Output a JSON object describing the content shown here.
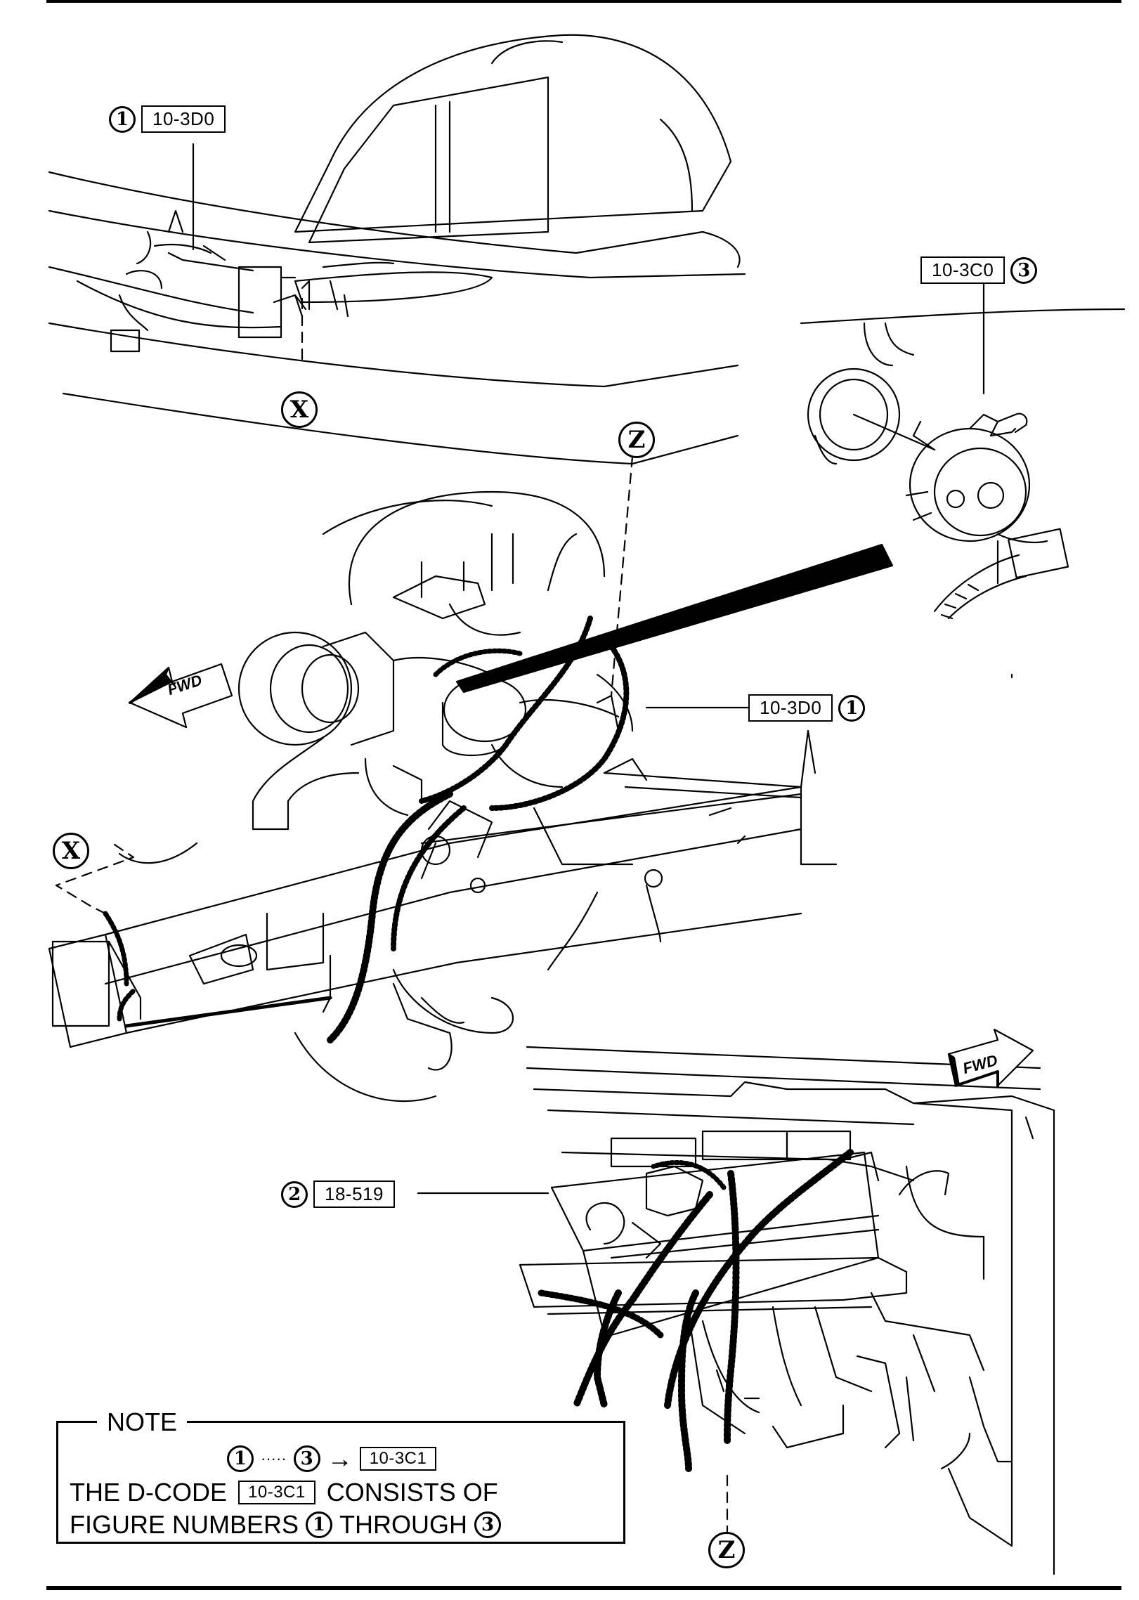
{
  "callouts": {
    "c1_top": {
      "num": "1",
      "code": "10-3D0"
    },
    "c3": {
      "num": "3",
      "code": "10-3C0"
    },
    "c1_mid": {
      "num": "1",
      "code": "10-3D0"
    },
    "c2": {
      "num": "2",
      "code": "18-519"
    }
  },
  "markers": {
    "x_top": "X",
    "x_left": "X",
    "z_top": "Z",
    "z_bottom": "Z"
  },
  "fwd_labels": {
    "left": "FWD",
    "right": "FWD"
  },
  "note": {
    "title": "NOTE",
    "range_from": "1",
    "range_dots": "·····",
    "range_to": "3",
    "arrow": "→",
    "dcode": "10-3C1",
    "line2_prefix": "THE D-CODE",
    "line2_code": "10-3C1",
    "line2_suffix": "CONSISTS OF",
    "line3_prefix": "FIGURE NUMBERS",
    "line3_from": "1",
    "line3_mid": "THROUGH",
    "line3_to": "3"
  }
}
